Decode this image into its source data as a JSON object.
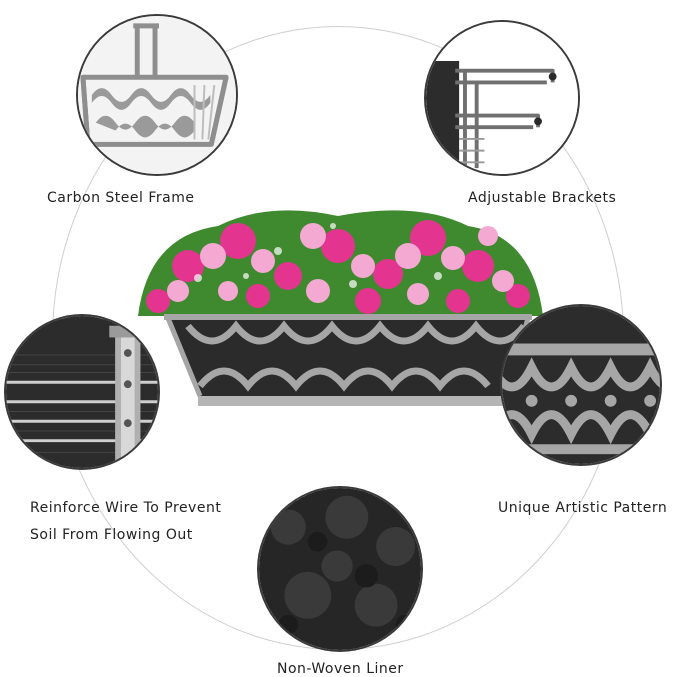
{
  "features": {
    "frame": {
      "label": "Carbon Steel Frame"
    },
    "brackets": {
      "label": "Adjustable Brackets"
    },
    "wire": {
      "label_line1": "Reinforce Wire To Prevent",
      "label_line2": "Soil From Flowing Out"
    },
    "pattern": {
      "label": "Unique Artistic Pattern"
    },
    "liner": {
      "label": "Non-Woven Liner"
    }
  },
  "colors": {
    "steel": "#a6a6a6",
    "liner": "#2b2b2b",
    "flower_pink": "#e3348f",
    "flower_light": "#f4a9d2",
    "leaf": "#3f8a2e"
  }
}
